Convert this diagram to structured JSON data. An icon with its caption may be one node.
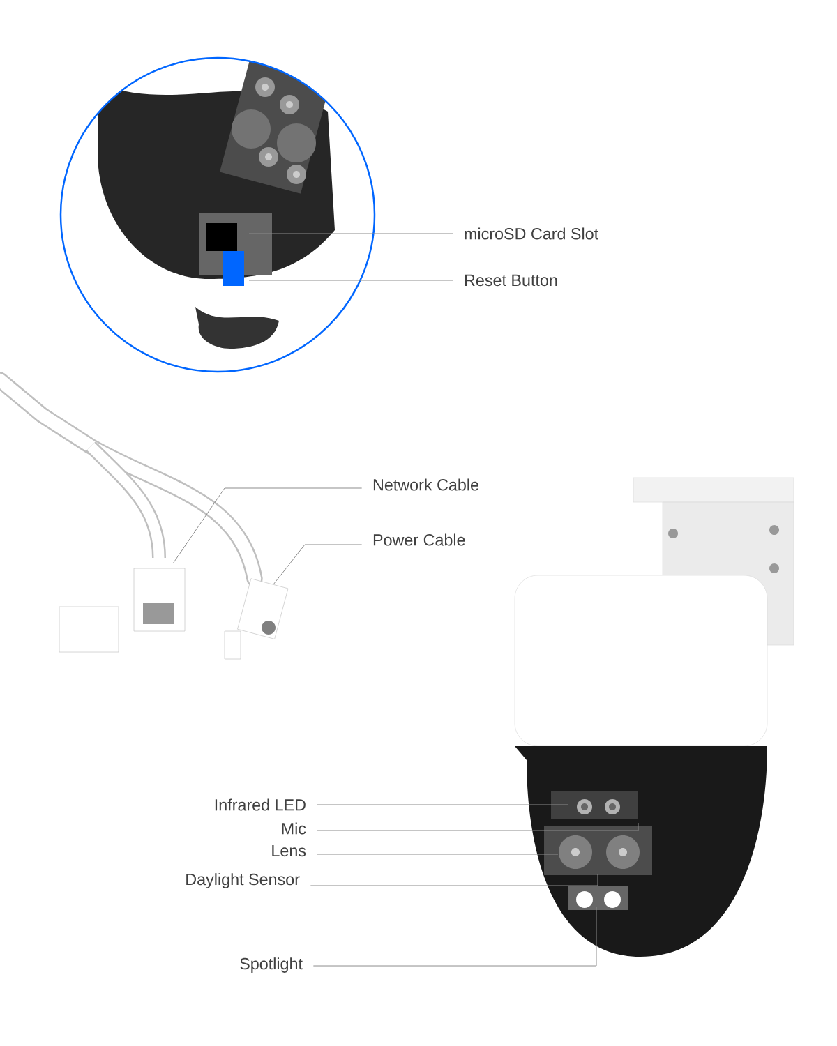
{
  "diagram": {
    "nodes": [
      {
        "text": [
          "microSD Card Slot"
        ]
      },
      {
        "text": [
          "Reset Button"
        ]
      },
      {
        "text": [
          "Network Cable"
        ]
      },
      {
        "text": [
          "Power Cable"
        ]
      },
      {
        "text": [
          "Infrared LED"
        ]
      },
      {
        "text": [
          "Mic"
        ]
      },
      {
        "text": [
          "Lens"
        ]
      },
      {
        "text": [
          "Daylight Sensor"
        ]
      },
      {
        "text": [
          "Spotlight"
        ]
      }
    ],
    "edges": [
      {
        "from": 0,
        "to": null,
        "arrow": "none"
      },
      {
        "from": 1,
        "to": null,
        "arrow": "none"
      },
      {
        "from": 2,
        "to": null,
        "arrow": "none"
      },
      {
        "from": 3,
        "to": null,
        "arrow": "none"
      },
      {
        "from": 4,
        "to": null,
        "arrow": "none"
      },
      {
        "from": 5,
        "to": null,
        "arrow": "none"
      },
      {
        "from": 6,
        "to": null,
        "arrow": "none"
      },
      {
        "from": 7,
        "to": null,
        "arrow": "none"
      },
      {
        "from": 8,
        "to": null,
        "arrow": "none"
      }
    ]
  }
}
